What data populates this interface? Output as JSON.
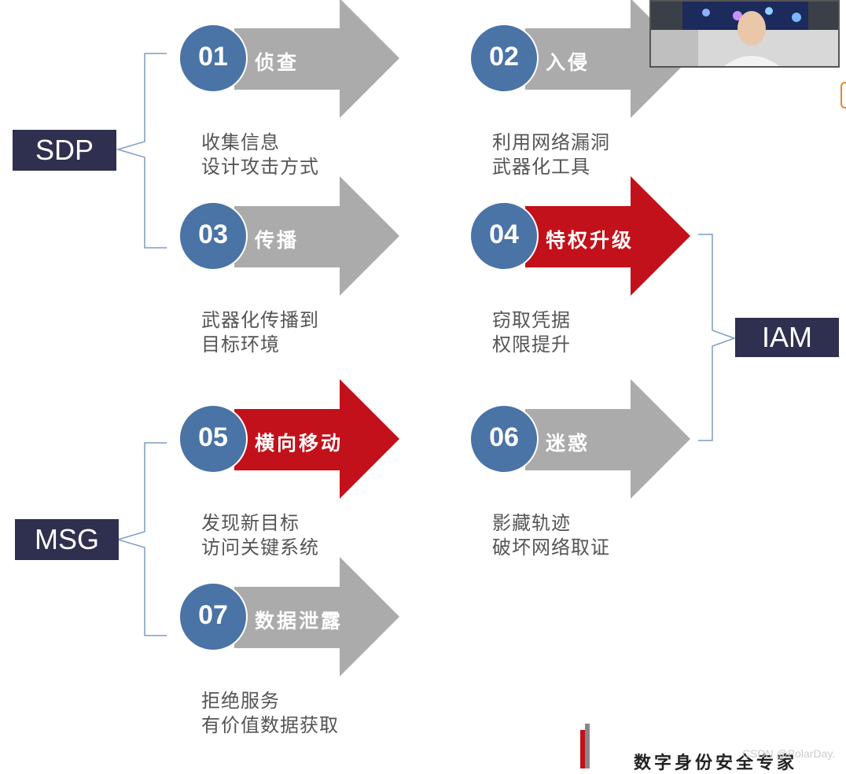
{
  "groups": {
    "sdp": "SDP",
    "msg": "MSG",
    "iam": "IAM"
  },
  "steps": [
    {
      "num": "01",
      "title": "侦查",
      "desc1": "收集信息",
      "desc2": "设计攻击方式",
      "highlight": false
    },
    {
      "num": "02",
      "title": "入侵",
      "desc1": "利用网络漏洞",
      "desc2": "武器化工具",
      "highlight": false
    },
    {
      "num": "03",
      "title": "传播",
      "desc1": "武器化传播到",
      "desc2": "目标环境",
      "highlight": false
    },
    {
      "num": "04",
      "title": "特权升级",
      "desc1": "窃取凭据",
      "desc2": "权限提升",
      "highlight": true
    },
    {
      "num": "05",
      "title": "横向移动",
      "desc1": "发现新目标",
      "desc2": "访问关键系统",
      "highlight": true
    },
    {
      "num": "06",
      "title": "迷惑",
      "desc1": "影藏轨迹",
      "desc2": "破坏网络取证",
      "highlight": false
    },
    {
      "num": "07",
      "title": "数据泄露",
      "desc1": "拒绝服务",
      "desc2": "有价值数据获取",
      "highlight": false
    }
  ],
  "colors": {
    "arrow_gray": "#ababab",
    "arrow_red": "#c2111a",
    "circle_blue": "#4a73a6",
    "tag_bg": "#2f2f4f",
    "bracket": "#7f9cc4"
  },
  "footer": {
    "logo_text": "数字身份安全专家",
    "watermark": "CSDN @PolarDay."
  }
}
